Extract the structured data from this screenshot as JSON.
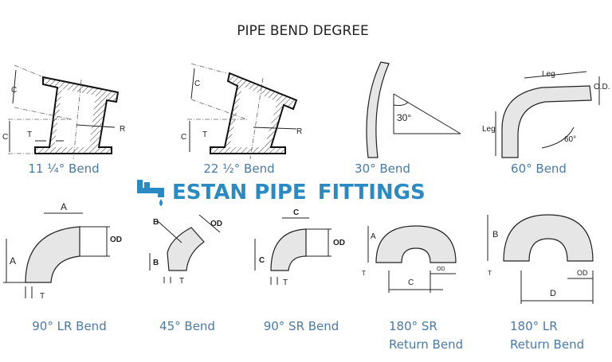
{
  "title": "PIPE BEND DEGREE",
  "watermark": {
    "line1": "ESTAN PIPE",
    "line2": "FITTINGS",
    "color": "#2a8bc4",
    "icon": "faucet-drop-icon"
  },
  "label_color": "#4a7aa5",
  "bends": [
    {
      "label": "11 ¼° Bend",
      "dims": [
        "C",
        "C",
        "T",
        "R"
      ]
    },
    {
      "label": "22 ½° Bend",
      "dims": [
        "C",
        "C",
        "T",
        "R"
      ]
    },
    {
      "label": "30° Bend",
      "dims": [
        "30°"
      ]
    },
    {
      "label": "60° Bend",
      "dims": [
        "Leg",
        "Leg",
        "O.D.",
        "60°"
      ]
    },
    {
      "label": "90° LR Bend",
      "dims": [
        "A",
        "A",
        "OD",
        "T"
      ]
    },
    {
      "label": "45° Bend",
      "dims": [
        "B",
        "B",
        "OD",
        "T"
      ]
    },
    {
      "label": "90° SR Bend",
      "dims": [
        "C",
        "C",
        "OD",
        "T"
      ]
    },
    {
      "label_line1": "180° SR",
      "label_line2": "Return Bend",
      "dims": [
        "A",
        "C",
        "OD",
        "T"
      ]
    },
    {
      "label_line1": "180° LR",
      "label_line2": "Return Bend",
      "dims": [
        "B",
        "D",
        "OD",
        "T"
      ]
    }
  ]
}
